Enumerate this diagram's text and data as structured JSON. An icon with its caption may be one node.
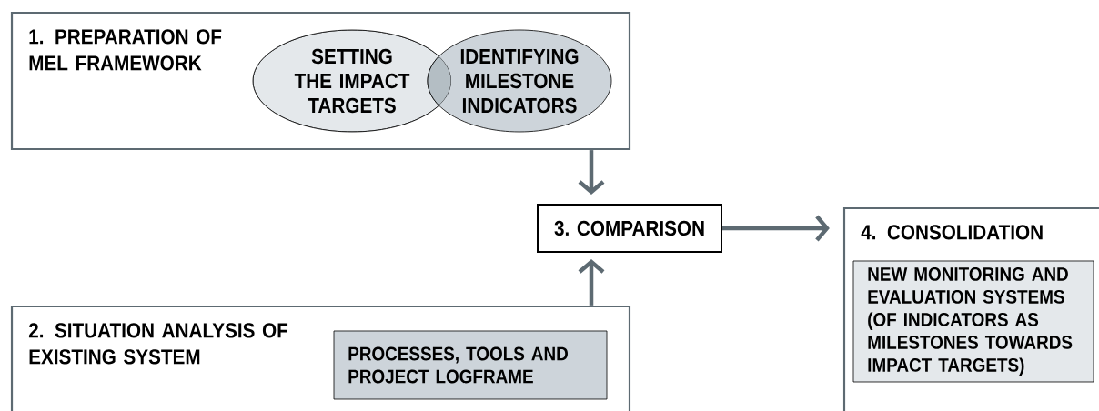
{
  "diagram": {
    "nodes": [
      {
        "text": [
          "1. PREPARATION OF MEL FRAMEWORK"
        ]
      },
      {
        "text": [
          "SETTING THE IMPACT TARGETS"
        ],
        "in": 0
      },
      {
        "text": [
          "IDENTIFYING MILESTONE INDICATORS"
        ],
        "in": 0
      },
      {
        "text": [
          "3. COMPARISON"
        ]
      },
      {
        "text": [
          "4. CONSOLIDATION"
        ]
      },
      {
        "text": [
          "NEW MONITORING AND EVALUATION SYSTEMS (OF INDICATORS AS MILESTONES TOWARDS IMPACT TARGETS)"
        ],
        "in": 4
      },
      {
        "text": [
          "2. SITUATION ANALYSIS OF EXISTING SYSTEM"
        ]
      },
      {
        "text": [
          "PROCESSES, TOOLS AND PROJECT LOGFRAME"
        ],
        "in": 6
      }
    ],
    "edges": [
      {
        "from": 0,
        "to": 3,
        "arrow": "to"
      },
      {
        "from": 6,
        "to": 3,
        "arrow": "to"
      },
      {
        "from": 3,
        "to": 4,
        "arrow": "to"
      }
    ]
  }
}
